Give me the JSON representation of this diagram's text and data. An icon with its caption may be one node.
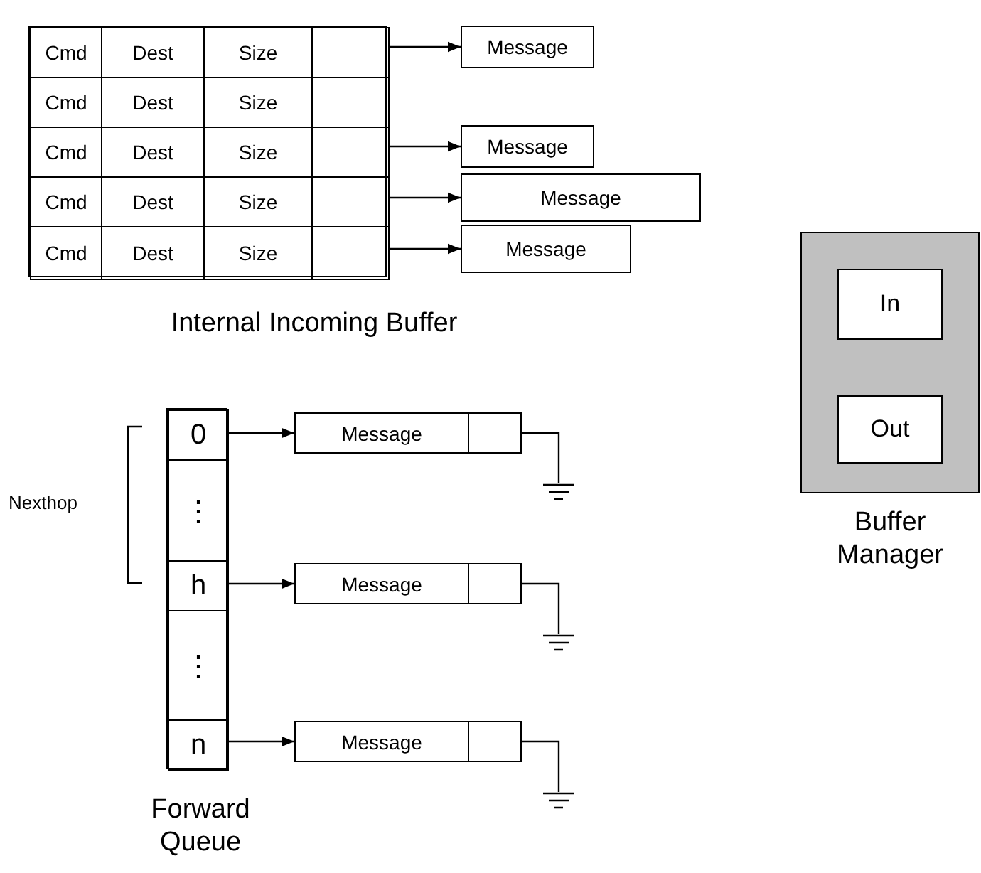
{
  "diagram": {
    "nodes": [
      {
        "text": [
          "Internal Incoming Buffer"
        ]
      },
      {
        "text": [
          "Cmd"
        ],
        "in": 0
      },
      {
        "text": [
          "Dest"
        ],
        "in": 0
      },
      {
        "text": [
          "Size"
        ],
        "in": 0
      },
      {
        "text": [],
        "shape": "box",
        "in": 0
      },
      {
        "text": [
          "Message"
        ]
      },
      {
        "text": [
          "Cmd"
        ],
        "in": 0
      },
      {
        "text": [
          "Dest"
        ],
        "in": 0
      },
      {
        "text": [
          "Size"
        ],
        "in": 0
      },
      {
        "text": [],
        "shape": "box",
        "in": 0
      },
      {
        "text": [
          "Cmd"
        ],
        "in": 0
      },
      {
        "text": [
          "Dest"
        ],
        "in": 0
      },
      {
        "text": [
          "Size"
        ],
        "in": 0
      },
      {
        "text": [],
        "shape": "box",
        "in": 0
      },
      {
        "text": [
          "Message"
        ]
      },
      {
        "text": [
          "Cmd"
        ],
        "in": 0
      },
      {
        "text": [
          "Dest"
        ],
        "in": 0
      },
      {
        "text": [
          "Size"
        ],
        "in": 0
      },
      {
        "text": [],
        "shape": "box",
        "in": 0
      },
      {
        "text": [
          "Message"
        ]
      },
      {
        "text": [
          "Cmd"
        ],
        "in": 0
      },
      {
        "text": [
          "Dest"
        ],
        "in": 0
      },
      {
        "text": [
          "Size"
        ],
        "in": 0
      },
      {
        "text": [],
        "shape": "box",
        "in": 0
      },
      {
        "text": [
          "Message"
        ]
      },
      {
        "text": [
          "Forward Queue"
        ]
      },
      {
        "text": [
          "0"
        ],
        "in": 25
      },
      {
        "text": [
          "Message"
        ]
      },
      {
        "text": [],
        "shape": "box"
      },
      {
        "text": [],
        "shape": "ground"
      },
      {
        "text": [
          "⋮"
        ],
        "in": 25
      },
      {
        "text": [
          "h"
        ],
        "in": 25
      },
      {
        "text": [
          "Message"
        ]
      },
      {
        "text": [],
        "shape": "box"
      },
      {
        "text": [],
        "shape": "ground"
      },
      {
        "text": [
          "⋮"
        ],
        "in": 25
      },
      {
        "text": [
          "n"
        ],
        "in": 25
      },
      {
        "text": [
          "Message"
        ]
      },
      {
        "text": [],
        "shape": "box"
      },
      {
        "text": [],
        "shape": "ground"
      },
      {
        "text": [
          "Buffer Manager"
        ]
      },
      {
        "text": [
          "In"
        ],
        "in": 40
      },
      {
        "text": [
          "Out"
        ],
        "in": 40
      }
    ],
    "edges": [
      {
        "from": 4,
        "to": 5,
        "arrow": "to"
      },
      {
        "from": 13,
        "to": 14,
        "arrow": "to"
      },
      {
        "from": 18,
        "to": 19,
        "arrow": "to"
      },
      {
        "from": 23,
        "to": 24,
        "arrow": "to"
      },
      {
        "from": 26,
        "to": 27,
        "arrow": "to"
      },
      {
        "from": 28,
        "to": 29,
        "arrow": "none"
      },
      {
        "from": 31,
        "to": 32,
        "arrow": "to"
      },
      {
        "from": 33,
        "to": 34,
        "arrow": "none"
      },
      {
        "from": 36,
        "to": 37,
        "arrow": "to"
      },
      {
        "from": 38,
        "to": 39,
        "arrow": "none"
      }
    ],
    "labels": [
      "Nexthop"
    ]
  }
}
